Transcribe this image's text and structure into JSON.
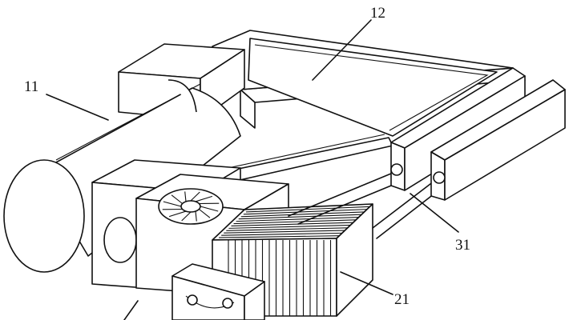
{
  "labels": {
    "motor": "11",
    "housing": "12",
    "heat_exchanger": "21",
    "guide_rail": "31"
  }
}
